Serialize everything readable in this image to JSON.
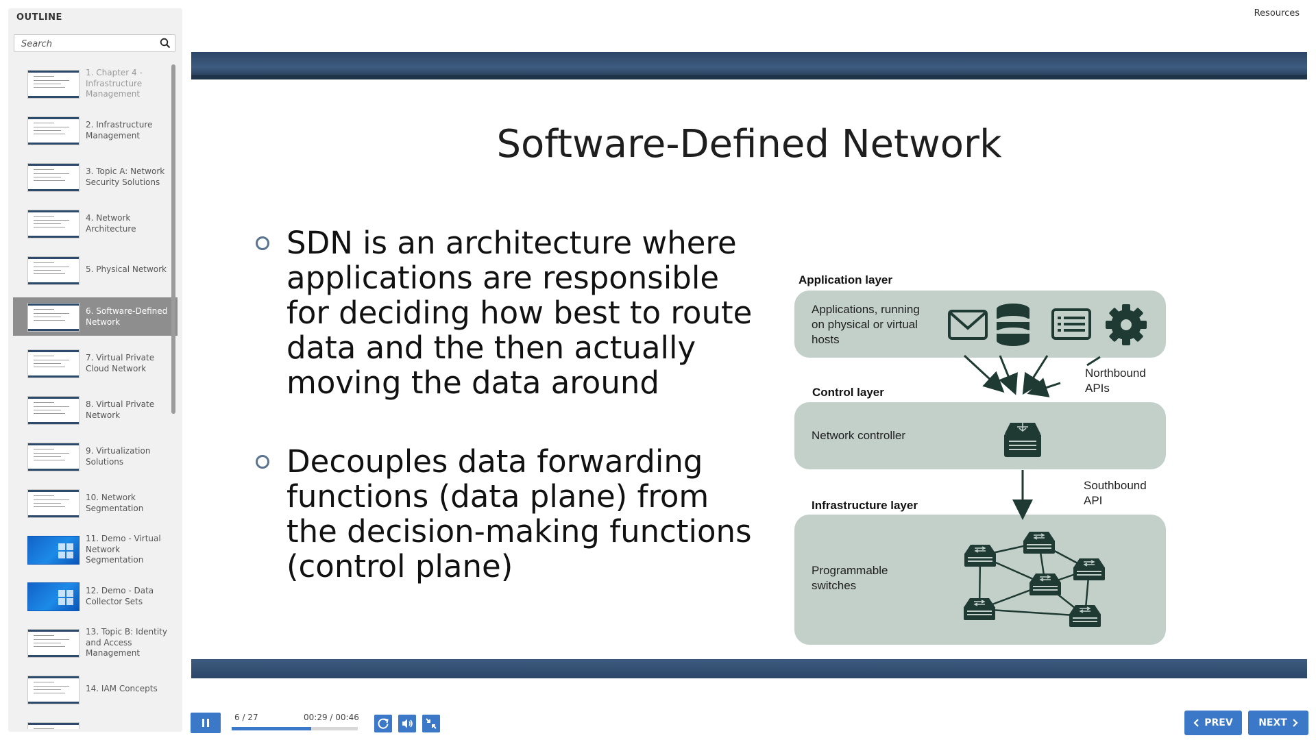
{
  "sidebar": {
    "title": "OUTLINE",
    "search_placeholder": "Search",
    "slides": [
      {
        "label": "1. Chapter 4 - Infrastructure Management",
        "thumb": "text",
        "state": "visited"
      },
      {
        "label": "2. Infrastructure Management",
        "thumb": "text",
        "state": "normal"
      },
      {
        "label": "3. Topic A: Network Security Solutions",
        "thumb": "text",
        "state": "normal"
      },
      {
        "label": "4. Network Architecture",
        "thumb": "text",
        "state": "normal"
      },
      {
        "label": "5. Physical Network",
        "thumb": "text",
        "state": "normal"
      },
      {
        "label": "6. Software-Defined Network",
        "thumb": "text",
        "state": "active"
      },
      {
        "label": "7. Virtual Private Cloud Network",
        "thumb": "text",
        "state": "normal"
      },
      {
        "label": "8. Virtual Private Network",
        "thumb": "text",
        "state": "normal"
      },
      {
        "label": "9. Virtualization Solutions",
        "thumb": "text",
        "state": "normal"
      },
      {
        "label": "10. Network Segmentation",
        "thumb": "text",
        "state": "normal"
      },
      {
        "label": "11. Demo - Virtual Network Segmentation",
        "thumb": "blue",
        "state": "normal"
      },
      {
        "label": "12. Demo - Data Collector Sets",
        "thumb": "blue",
        "state": "normal"
      },
      {
        "label": "13. Topic B: Identity and Access Management",
        "thumb": "text",
        "state": "normal"
      },
      {
        "label": "14. IAM Concepts",
        "thumb": "text",
        "state": "normal"
      },
      {
        "label": "",
        "thumb": "text",
        "state": "normal"
      }
    ]
  },
  "header": {
    "resources_label": "Resources"
  },
  "slide": {
    "title": "Software-Defined Network",
    "bullets": [
      "SDN is an architecture where applications are responsible for deciding how best to route data and the then actually moving the data around",
      "Decouples data forwarding functions (data plane) from the decision-making functions (control plane)"
    ],
    "diagram": {
      "application_layer_title": "Application layer",
      "application_text": "Applications, running on physical or virtual hosts",
      "control_layer_title": "Control layer",
      "controller_text": "Network controller",
      "northbound_label": "Northbound APIs",
      "southbound_label": "Southbound API",
      "infrastructure_layer_title": "Infrastructure layer",
      "switches_text": "Programmable switches",
      "icons": [
        "envelope-icon",
        "database-icon",
        "list-icon",
        "gear-icon",
        "controller-icon",
        "switch-icon"
      ],
      "box_color": "#c3d0ca",
      "stroke_color": "#1e3a32"
    }
  },
  "player": {
    "slide_counter": "6 / 27",
    "time": "00:29 / 00:46",
    "progress_fraction": 0.63,
    "prev_label": "PREV",
    "next_label": "NEXT",
    "accent_color": "#3b78c7"
  }
}
